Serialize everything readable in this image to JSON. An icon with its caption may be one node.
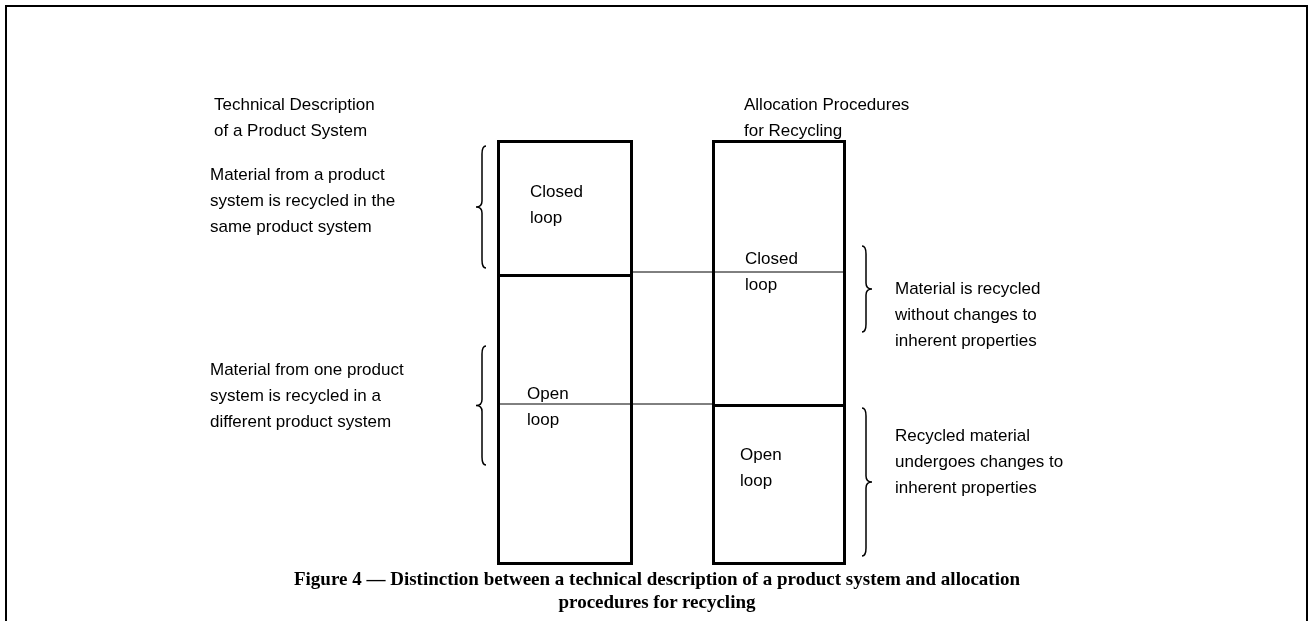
{
  "diagram": {
    "caption": "Figure 4 — Distinction between a technical description of a product system and allocation procedures for recycling",
    "nodes": [
      {
        "text": [],
        "shape": "box"
      },
      {
        "text": [
          "Closed loop"
        ],
        "in": 0
      },
      {
        "text": [
          "Open loop"
        ],
        "in": 0
      },
      {
        "text": [],
        "shape": "box"
      },
      {
        "text": [
          "Closed loop"
        ],
        "in": 3
      },
      {
        "text": [
          "Open loop"
        ],
        "in": 3
      }
    ],
    "edges": [
      {
        "from": 0,
        "to": 3,
        "arrow": "none"
      },
      {
        "from": 2,
        "to": 3,
        "arrow": "none"
      }
    ],
    "labels": [
      "Technical Description of a Product System",
      "Allocation Procedures for Recycling",
      "Material from a product system is recycled in the same product system",
      "Material is recycled without changes to inherent properties",
      "Material from one product system is recycled in a different product system",
      "Recycled material undergoes changes to inherent properties"
    ]
  }
}
